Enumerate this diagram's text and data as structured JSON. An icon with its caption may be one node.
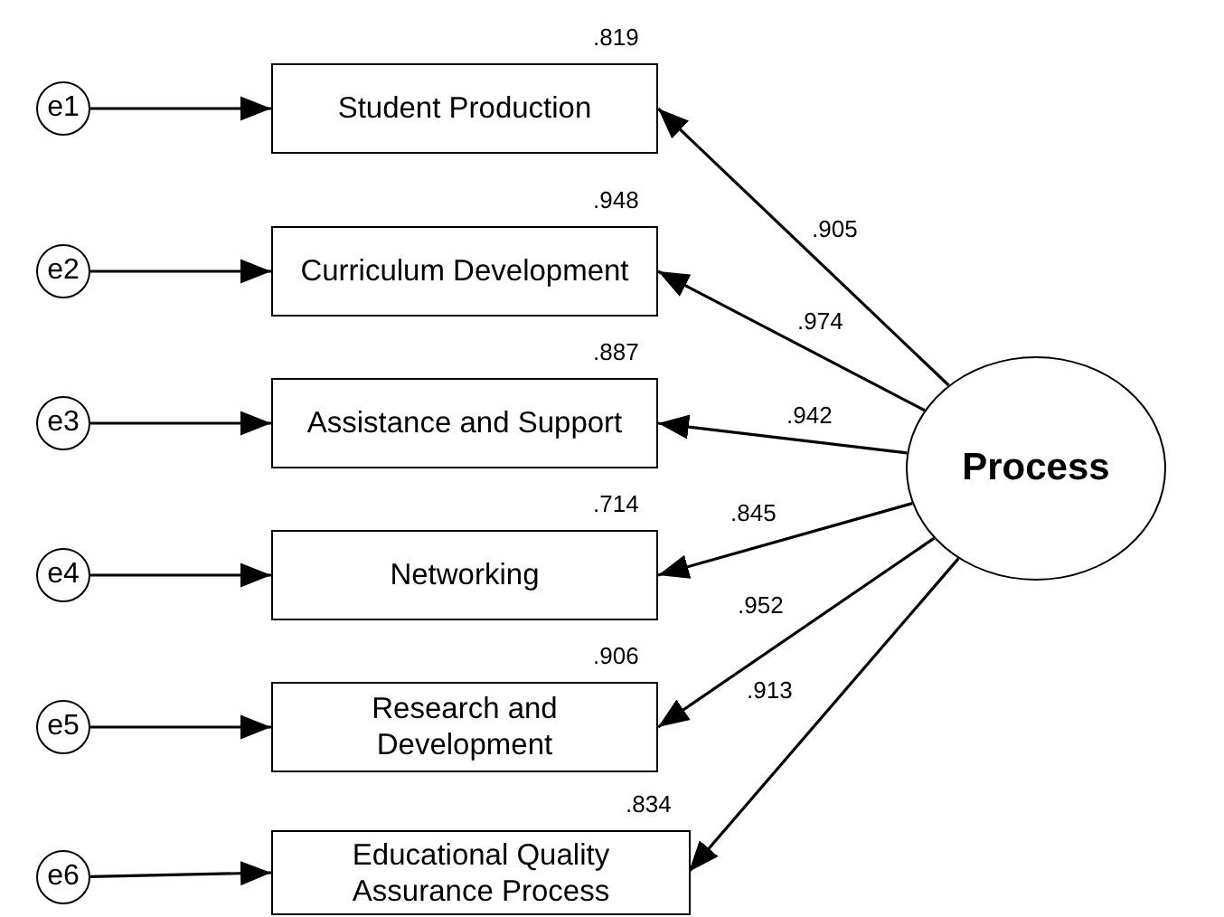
{
  "diagram": {
    "nodes": [
      {
        "text": [
          "e1"
        ]
      },
      {
        "text": [
          "e2"
        ]
      },
      {
        "text": [
          "e3"
        ]
      },
      {
        "text": [
          "e4"
        ]
      },
      {
        "text": [
          "e5"
        ]
      },
      {
        "text": [
          "e6"
        ]
      },
      {
        "text": [
          "Student Production"
        ],
        "beside": [
          ".819"
        ]
      },
      {
        "text": [
          "Curriculum Development"
        ],
        "beside": [
          ".948"
        ]
      },
      {
        "text": [
          "Assistance and Support"
        ],
        "beside": [
          ".887"
        ]
      },
      {
        "text": [
          "Networking"
        ],
        "beside": [
          ".714"
        ]
      },
      {
        "text": [
          "Research and Development"
        ],
        "beside": [
          ".906"
        ]
      },
      {
        "text": [
          "Educational Quality Assurance Process"
        ],
        "beside": [
          ".834"
        ]
      },
      {
        "text": [
          "Process"
        ]
      }
    ],
    "edges": [
      {
        "from": 0,
        "to": 6,
        "arrow": "to"
      },
      {
        "from": 1,
        "to": 7,
        "arrow": "to"
      },
      {
        "from": 2,
        "to": 8,
        "arrow": "to"
      },
      {
        "from": 3,
        "to": 9,
        "arrow": "to"
      },
      {
        "from": 4,
        "to": 10,
        "arrow": "to"
      },
      {
        "from": 5,
        "to": 11,
        "arrow": "to"
      },
      {
        "from": 12,
        "to": 6,
        "arrow": "to",
        "label": ".905"
      },
      {
        "from": 12,
        "to": 7,
        "arrow": "to",
        "label": ".974"
      },
      {
        "from": 12,
        "to": 8,
        "arrow": "to",
        "label": ".942"
      },
      {
        "from": 12,
        "to": 9,
        "arrow": "to",
        "label": ".845"
      },
      {
        "from": 12,
        "to": 10,
        "arrow": "to",
        "label": ".952"
      },
      {
        "from": 12,
        "to": 11,
        "arrow": "to",
        "label": ".913"
      }
    ]
  }
}
